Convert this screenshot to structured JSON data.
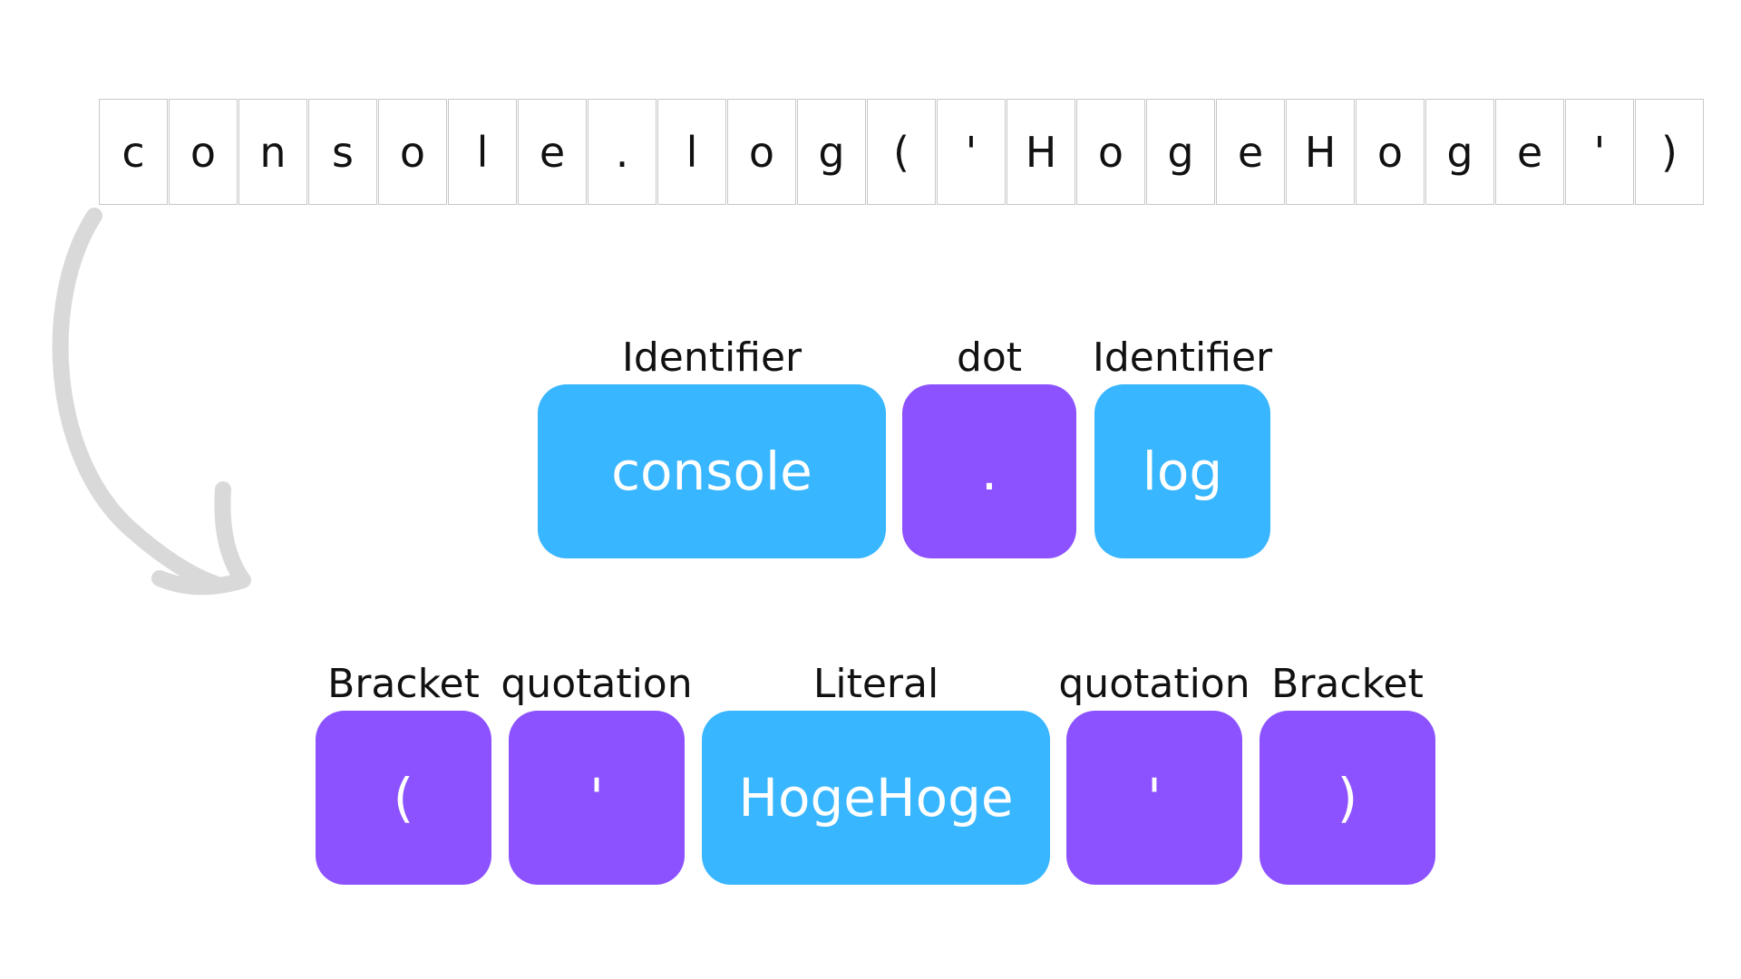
{
  "source_characters": [
    "c",
    "o",
    "n",
    "s",
    "o",
    "l",
    "e",
    ".",
    "l",
    "o",
    "g",
    "(",
    "'",
    "H",
    "o",
    "g",
    "e",
    "H",
    "o",
    "g",
    "e",
    "'",
    ")"
  ],
  "colors": {
    "identifier_literal": "#38b6ff",
    "punctuation": "#8c52ff",
    "arrow": "#d9d9d9",
    "cell_border": "#c8c8c8"
  },
  "row1": [
    {
      "label": "Identifier",
      "text": "console",
      "kind": "identifier_literal"
    },
    {
      "label": "dot",
      "text": ".",
      "kind": "punctuation"
    },
    {
      "label": "Identifier",
      "text": "log",
      "kind": "identifier_literal"
    }
  ],
  "row2": [
    {
      "label": "Bracket",
      "text": "(",
      "kind": "punctuation"
    },
    {
      "label": "quotation",
      "text": "'",
      "kind": "punctuation"
    },
    {
      "label": "Literal",
      "text": "HogeHoge",
      "kind": "identifier_literal"
    },
    {
      "label": "quotation",
      "text": "'",
      "kind": "punctuation"
    },
    {
      "label": "Bracket",
      "text": ")",
      "kind": "punctuation"
    }
  ]
}
